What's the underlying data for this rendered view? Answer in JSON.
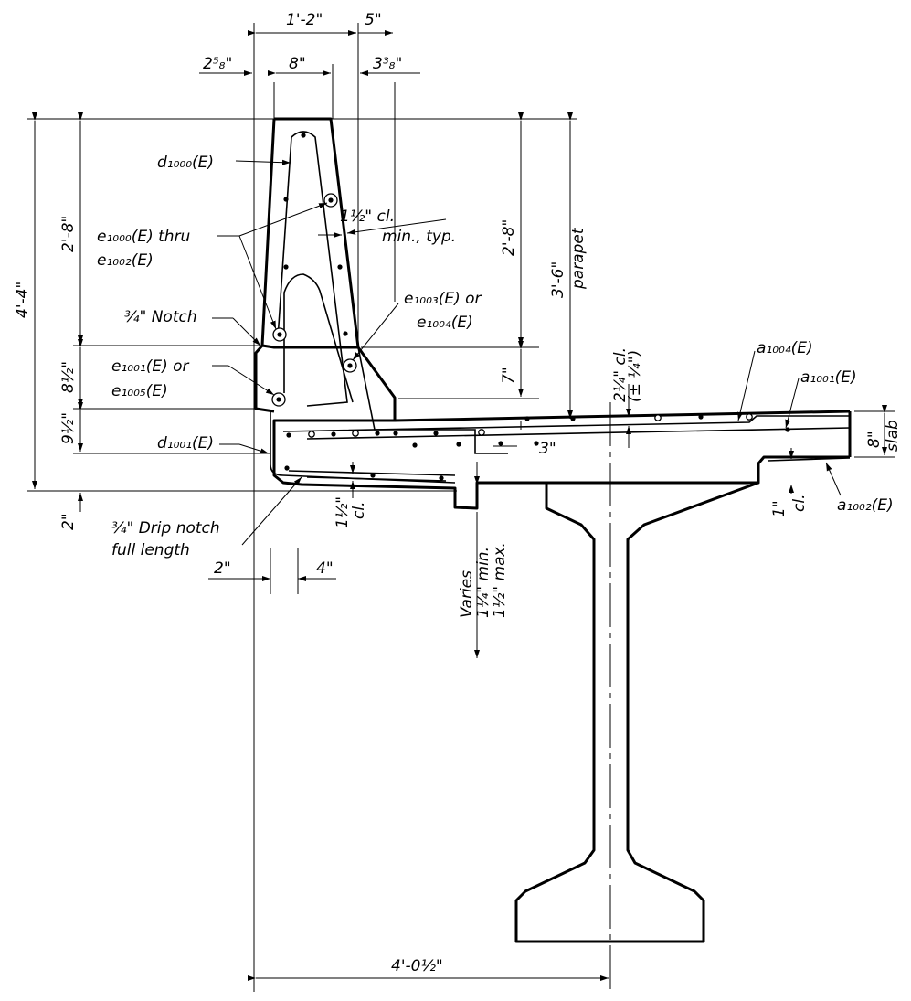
{
  "drawing": {
    "dimensions": {
      "top_width": "1'-2\"",
      "top_offset": "5\"",
      "left_offset": "2⁵₈\"",
      "inner_width": "8\"",
      "right_offset": "3³₈\"",
      "overall_height": "4'-4\"",
      "left_upper_height": "2'-8\"",
      "left_notch_height": "8½\"",
      "left_slab_height": "9½\"",
      "left_drip": "2\"",
      "right_upper_height": "2'-8\"",
      "right_lower_height": "7\"",
      "parapet_height": "3'-6\"",
      "parapet_label": "parapet",
      "clear_top": "1½\" cl.",
      "clear_top_note": "min., typ.",
      "slab_clear": "2¼\" cl.",
      "slab_clear_tol": "(± ¼\")",
      "slab_thickness": "8\"",
      "slab_label": "slab",
      "bar_spacing": "3\"",
      "bottom_clear": "1\"",
      "bottom_clear_label": "cl.",
      "haunch_clear": "1½\"",
      "haunch_clear_label": "cl.",
      "haunch_varies": "Varies",
      "haunch_min": "1¼\" min.",
      "haunch_max": "1½\" max.",
      "drip_left": "2\"",
      "drip_right": "4\"",
      "bottom_overall": "4'-0½\""
    },
    "labels": {
      "d1000": "d₁₀₀₀(E)",
      "e1000": "e₁₀₀₀(E) thru",
      "e1002": "e₁₀₀₂(E)",
      "notch": "¾\" Notch",
      "e1001": "e₁₀₀₁(E) or",
      "e1005": "e₁₀₀₅(E)",
      "d1001": "d₁₀₀₁(E)",
      "drip_notch": "¾\" Drip notch",
      "drip_notch_2": "full length",
      "e1003": "e₁₀₀₃(E) or",
      "e1004": "e₁₀₀₄(E)",
      "a1004": "a₁₀₀₄(E)",
      "a1001": "a₁₀₀₁(E)",
      "a1002": "a₁₀₀₂(E)"
    }
  }
}
